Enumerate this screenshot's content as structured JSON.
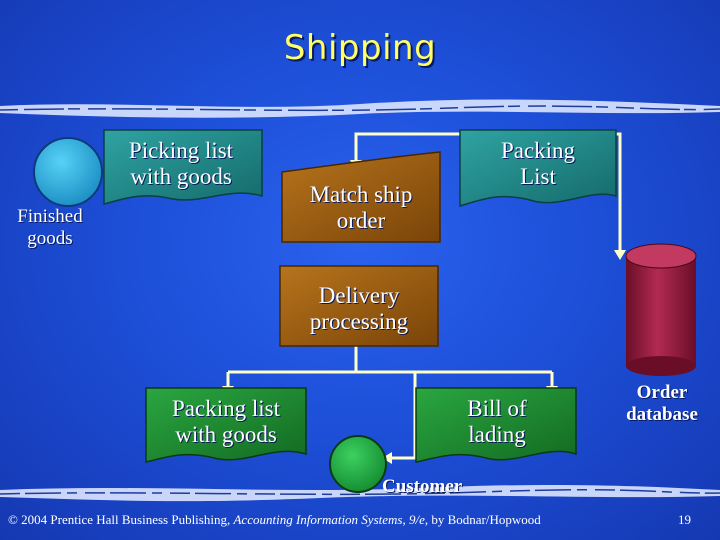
{
  "title": "Shipping",
  "nodes": {
    "finished_goods": "Finished\ngoods",
    "picking_list_top": "Picking list\nwith goods",
    "match_ship_order": "Match ship\norder",
    "packing_list_top": "Packing\nList",
    "delivery_processing": "Delivery\nprocessing",
    "order_database": "Order\ndatabase",
    "packing_list_bottom": "Packing list\nwith goods",
    "bill_of_lading": "Bill of\nlading",
    "customer": "Customer"
  },
  "footer": {
    "copyright_symbol": "©",
    "text_before": "2004 Prentice Hall Business Publishing,",
    "book_title": "Accounting Information Systems, 9/e",
    "text_after": ", by Bodnar/Hopwood",
    "page_number": "19"
  },
  "colors": {
    "background": "#1d4fd8",
    "title": "#ffff66",
    "teal_shape": "#1e8a8a",
    "brown_shape": "#9a5a10",
    "green_shape": "#1e8a30",
    "cyan_circle": "#2ab6e6",
    "green_circle": "#22aa44",
    "database": "#9a1a3c",
    "connector": "#ffffcc"
  }
}
